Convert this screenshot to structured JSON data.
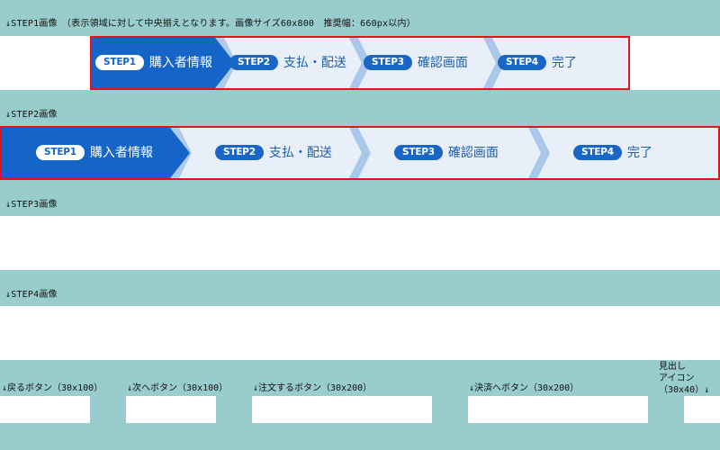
{
  "captions": {
    "step1": "↓STEP1画像　（表示領域に対して中央揃えとなります。画像サイズ60x800　推奨幅：660px以内）",
    "step2": "↓STEP2画像",
    "step3": "↓STEP3画像",
    "step4": "↓STEP4画像"
  },
  "stepbar_small": {
    "steps": [
      {
        "badge": "STEP1",
        "label": "購入者情報",
        "active": true
      },
      {
        "badge": "STEP2",
        "label": "支払・配送",
        "active": false
      },
      {
        "badge": "STEP3",
        "label": "確認画面",
        "active": false
      },
      {
        "badge": "STEP4",
        "label": "完了",
        "active": false
      }
    ]
  },
  "stepbar_wide": {
    "steps": [
      {
        "badge": "STEP1",
        "label": "購入者情報",
        "active": true
      },
      {
        "badge": "STEP2",
        "label": "支払・配送",
        "active": false
      },
      {
        "badge": "STEP3",
        "label": "確認画面",
        "active": false
      },
      {
        "badge": "STEP4",
        "label": "完了",
        "active": false
      }
    ]
  },
  "colors": {
    "background": "#99cccc",
    "active_step": "#1565c8",
    "inactive_step": "#e8eff8",
    "chevron": "#a9c7ea",
    "frame": "#e3121b"
  },
  "buttons": [
    {
      "caption": "↓戻るボタン（30x100）"
    },
    {
      "caption": "↓次へボタン（30x100）"
    },
    {
      "caption": "↓注文するボタン（30x200）"
    },
    {
      "caption": "↓決済へボタン（30x200）"
    }
  ],
  "heading_icon": {
    "caption_lines": [
      "見出し",
      "アイコン",
      "（30x40）↓"
    ]
  }
}
